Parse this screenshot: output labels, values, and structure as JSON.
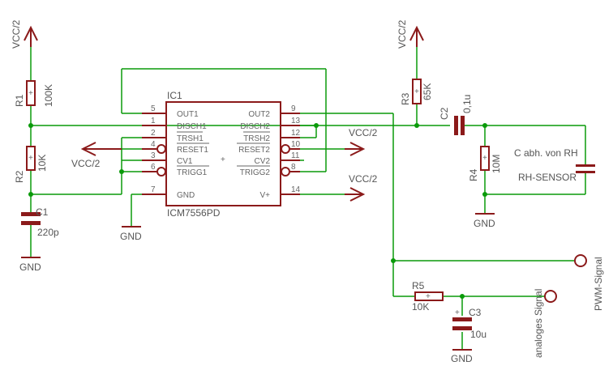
{
  "ic": {
    "ref": "IC1",
    "value": "ICM7556PD",
    "pins_left": [
      {
        "num": "5",
        "name": "OUT1"
      },
      {
        "num": "1",
        "name": "DISCH1"
      },
      {
        "num": "2",
        "name": "TRSH1"
      },
      {
        "num": "4",
        "name": "RESET1"
      },
      {
        "num": "3",
        "name": "CV1"
      },
      {
        "num": "6",
        "name": "TRIGG1"
      },
      {
        "num": "7",
        "name": "GND"
      }
    ],
    "pins_right": [
      {
        "num": "9",
        "name": "OUT2"
      },
      {
        "num": "13",
        "name": "DISCH2"
      },
      {
        "num": "12",
        "name": "TRSH2"
      },
      {
        "num": "10",
        "name": "RESET2"
      },
      {
        "num": "11",
        "name": "CV2"
      },
      {
        "num": "8",
        "name": "TRIGG2"
      },
      {
        "num": "14",
        "name": "V+"
      }
    ],
    "center_mark": "+"
  },
  "components": {
    "r1": {
      "ref": "R1",
      "value": "100K",
      "mark": "+"
    },
    "r2": {
      "ref": "R2",
      "value": "10K",
      "mark": "+"
    },
    "r3": {
      "ref": "R3",
      "value": "65K",
      "mark": "+"
    },
    "r4": {
      "ref": "R4",
      "value": "10M",
      "mark": "+"
    },
    "r5": {
      "ref": "R5",
      "value": "10K",
      "mark": "+"
    },
    "c1": {
      "ref": "C1",
      "value": "220p"
    },
    "c2": {
      "ref": "C2",
      "value": "0,1u"
    },
    "c3": {
      "ref": "C3",
      "value": "10u",
      "mark": "+"
    },
    "rh": {
      "line1": "C abh. von RH",
      "line2": "RH-SENSOR"
    }
  },
  "nets": {
    "vcc_r1": "VCC/2",
    "vcc_r3": "VCC/2",
    "vcc_reset1": "VCC/2",
    "vcc_reset2": "VCC/2",
    "vcc_vplus": "VCC/2",
    "gnd_c1": "GND",
    "gnd_ic": "GND",
    "gnd_r4": "GND",
    "gnd_c3": "GND"
  },
  "outputs": {
    "pwm": "PWM-Signal",
    "analog": "analoges Signal"
  }
}
